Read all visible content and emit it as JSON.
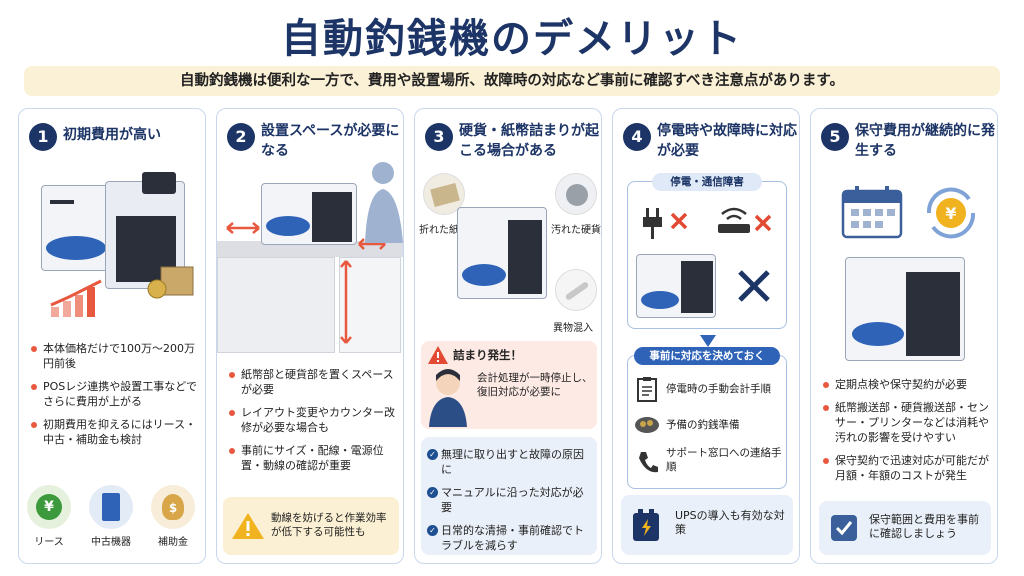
{
  "title": "自動釣銭機のデメリット",
  "subtitle": "自動釣銭機は便利な一方で、費用や設置場所、故障時の対応など事前に確認すべき注意点があります。",
  "cards": [
    {
      "num": "1",
      "heading": "初期費用が高い",
      "bullets": [
        "本体価格だけで100万〜200万円前後",
        "POSレジ連携や設置工事などでさらに費用が上がる",
        "初期費用を抑えるにはリース・中古・補助金も検討"
      ],
      "icons": [
        {
          "label": "リース",
          "icon": "yen-circle-icon"
        },
        {
          "label": "中古機器",
          "icon": "machine-icon"
        },
        {
          "label": "補助金",
          "icon": "money-bag-icon"
        }
      ]
    },
    {
      "num": "2",
      "heading": "設置スペースが必要になる",
      "bullets": [
        "紙幣部と硬貨部を置くスペースが必要",
        "レイアウト変更やカウンター改修が必要な場合も",
        "事前にサイズ・配線・電源位置・動線の確認が重要"
      ],
      "warning": "動線を妨げると作業効率が低下する可能性も"
    },
    {
      "num": "3",
      "heading": "硬貨・紙幣詰まりが起こる場合がある",
      "labels": [
        "折れた紙幣",
        "汚れた硬貨",
        "異物混入"
      ],
      "alert_title": "詰まり発生！",
      "alert_text": "会計処理が一時停止し、復旧対応が必要に",
      "checks": [
        "無理に取り出すと故障の原因に",
        "マニュアルに沿った対応が必要",
        "日常的な清掃・事前確認でトラブルを減らす"
      ]
    },
    {
      "num": "4",
      "heading": "停電時や故障時に対応が必要",
      "outage_label": "停電・通信障害",
      "prep_label": "事前に対応を決めておく",
      "prep_items": [
        "停電時の手動会計手順",
        "予備の釣銭準備",
        "サポート窓口への連絡手順"
      ],
      "ups": "UPSの導入も有効な対策"
    },
    {
      "num": "5",
      "heading": "保守費用が継続的に発生する",
      "bullets": [
        "定期点検や保守契約が必要",
        "紙幣搬送部・硬貨搬送部・センサー・プリンターなどは消耗や汚れの影響を受けやすい",
        "保守契約で迅速対応が可能だが月額・年額のコストが発生"
      ],
      "check_box": "保守範囲と費用を事前に確認しましょう"
    }
  ],
  "colors": {
    "navy": "#1d3566",
    "accent": "#e8583f",
    "tray": "#2e63b8"
  }
}
